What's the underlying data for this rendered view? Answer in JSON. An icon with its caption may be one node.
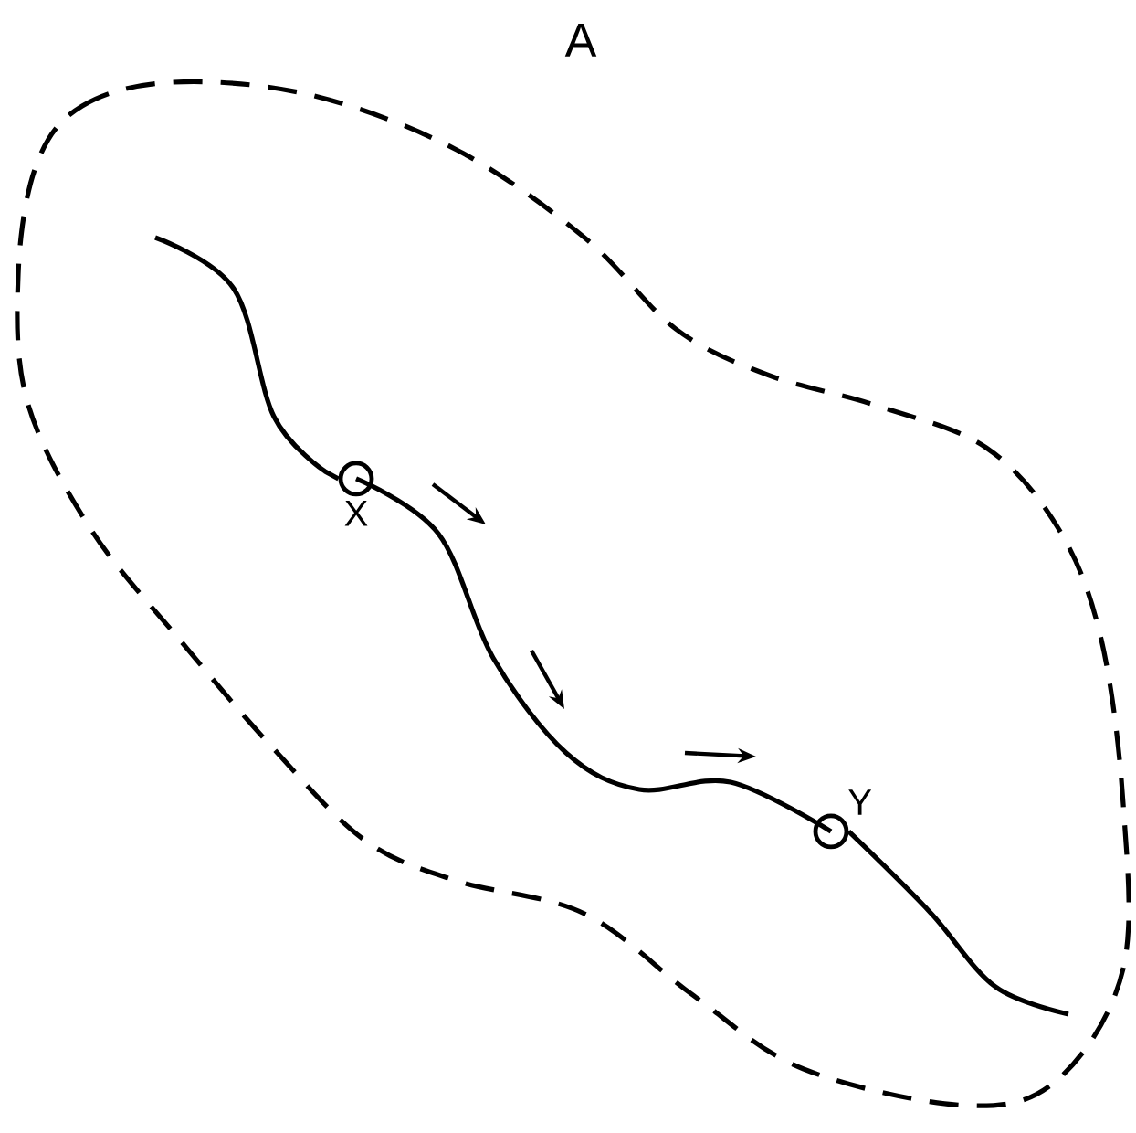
{
  "diagram": {
    "nodes": [
      {
        "text": [
          "A"
        ]
      },
      {
        "text": [
          "X"
        ],
        "in": 0
      },
      {
        "text": [
          "Y"
        ],
        "in": 0
      }
    ],
    "edges": [
      {
        "from": 1,
        "to": 2,
        "arrow": "none"
      }
    ]
  }
}
